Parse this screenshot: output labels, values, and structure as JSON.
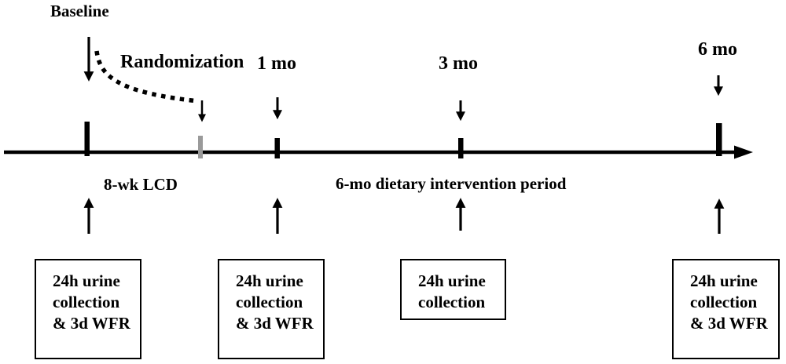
{
  "colors": {
    "ink": "#000000",
    "tick_gray": "#9a9a9a",
    "background": "#ffffff"
  },
  "timeline": {
    "baseline_label": "Baseline",
    "randomization_label": "Randomization",
    "month_1_label": "1 mo",
    "month_3_label": "3 mo",
    "month_6_label": "6 mo",
    "lcd_period_label": "8-wk LCD",
    "intervention_period_label": "6-mo dietary intervention period"
  },
  "assessment_boxes": [
    {
      "lines": [
        "24h urine",
        "collection",
        "& 3d WFR"
      ]
    },
    {
      "lines": [
        "24h urine",
        "collection",
        "& 3d WFR"
      ]
    },
    {
      "lines": [
        "24h urine",
        "collection"
      ]
    },
    {
      "lines": [
        "24h urine",
        "collection",
        "& 3d WFR"
      ]
    }
  ]
}
